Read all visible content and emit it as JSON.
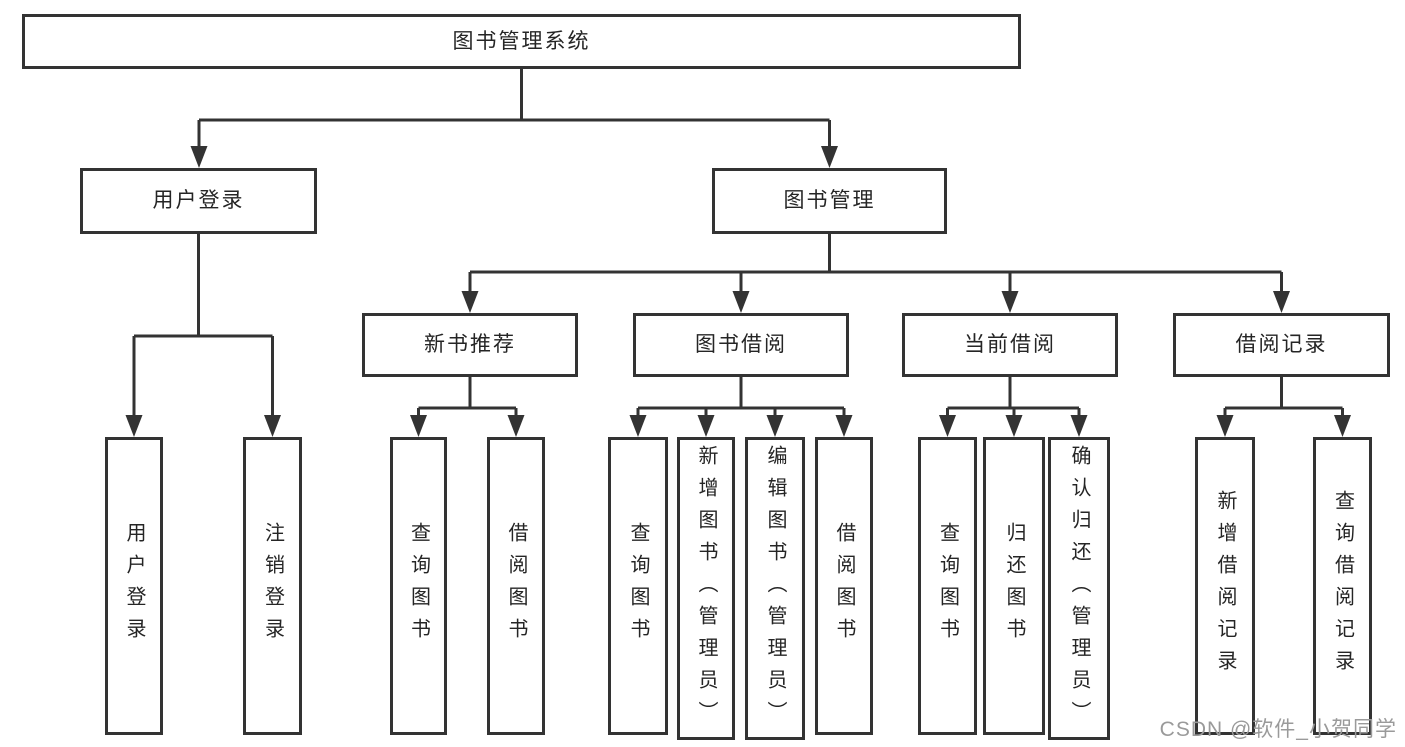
{
  "tree": {
    "root": {
      "label": "图书管理系统",
      "children": [
        {
          "label": "用户登录",
          "children": [
            {
              "label": "用户登录"
            },
            {
              "label": "注销登录"
            }
          ]
        },
        {
          "label": "图书管理",
          "children": [
            {
              "label": "新书推荐",
              "children": [
                {
                  "label": "查询图书"
                },
                {
                  "label": "借阅图书"
                }
              ]
            },
            {
              "label": "图书借阅",
              "children": [
                {
                  "label": "查询图书"
                },
                {
                  "label": "新增图书（管理员）"
                },
                {
                  "label": "编辑图书（管理员）"
                },
                {
                  "label": "借阅图书"
                }
              ]
            },
            {
              "label": "当前借阅",
              "children": [
                {
                  "label": "查询图书"
                },
                {
                  "label": "归还图书"
                },
                {
                  "label": "确认归还（管理员）"
                }
              ]
            },
            {
              "label": "借阅记录",
              "children": [
                {
                  "label": "新增借阅记录"
                },
                {
                  "label": "查询借阅记录"
                }
              ]
            }
          ]
        }
      ]
    }
  },
  "watermark": "CSDN @软件_小贺同学",
  "colors": {
    "line": "#333333",
    "box_border": "#333333",
    "box_background": "#ffffff",
    "text": "#252525",
    "watermark": "#9a9a9a"
  }
}
